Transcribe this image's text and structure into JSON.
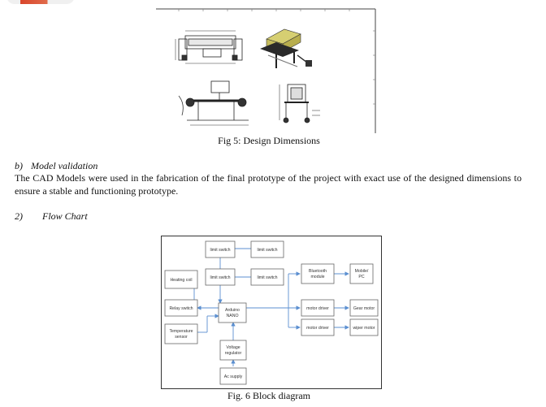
{
  "cad_figure": {
    "caption": "Fig 5: Design Dimensions"
  },
  "section_b": {
    "number": "b)",
    "title": "Model validation",
    "paragraph": "The CAD Models were used in the fabrication of the final prototype of the project with exact use of the designed dimensions to ensure a stable and functioning prototype."
  },
  "section_2": {
    "number": "2)",
    "title": "Flow Chart"
  },
  "block_diagram": {
    "caption": "Fig. 6 Block diagram",
    "blocks": {
      "limit_switch_1": "limit switch",
      "limit_switch_2": "limit switch",
      "limit_switch_3": "limit switch",
      "limit_switch_4": "limit switch",
      "bluetooth": [
        "Bluetooth",
        "module"
      ],
      "mobile_pc": [
        "Mobile/",
        "PC"
      ],
      "heating_coil": "Heating coil",
      "relay_switch": "Relay switch",
      "arduino": [
        "Arduino",
        "NANO"
      ],
      "motor_driver_1": "motor driver",
      "motor_driver_2": "motor driver",
      "gear_motor": "Gear motor",
      "wiper_motor": "wiper motor",
      "temperature_sensor": [
        "Temperature",
        "sensor"
      ],
      "voltage_regulator": [
        "Voltage",
        "regulator"
      ],
      "ac_supply": "Ac supply"
    },
    "colors": {
      "arrow": "#5b8fd0",
      "box_border": "#666666"
    }
  }
}
